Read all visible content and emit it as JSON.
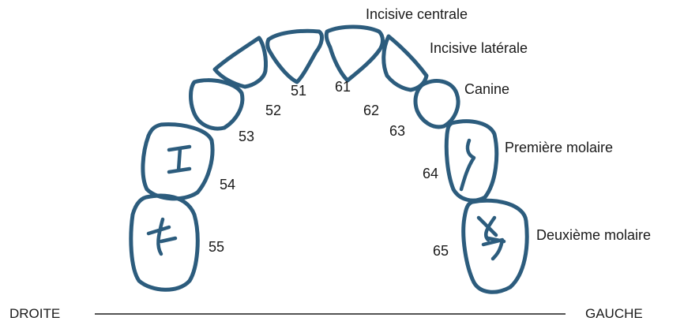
{
  "teeth": [
    {
      "number": "55"
    },
    {
      "number": "54"
    },
    {
      "number": "53"
    },
    {
      "number": "52"
    },
    {
      "number": "51"
    },
    {
      "number": "61"
    },
    {
      "number": "62"
    },
    {
      "number": "63"
    },
    {
      "number": "64"
    },
    {
      "number": "65"
    }
  ],
  "tooth_names": {
    "central_incisor": "Incisive centrale",
    "lateral_incisor": "Incisive latérale",
    "canine": "Canine",
    "first_molar": "Première molaire",
    "second_molar": "Deuxième molaire"
  },
  "sides": {
    "right": "DROITE",
    "left": "GAUCHE"
  }
}
